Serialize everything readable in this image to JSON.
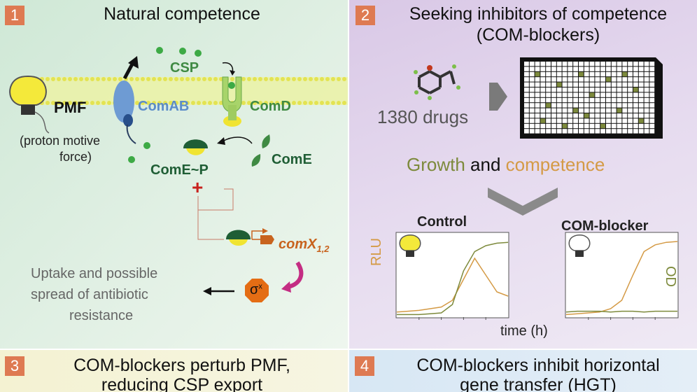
{
  "panel1": {
    "number": "1",
    "title": "Natural competence",
    "csp": "CSP",
    "comab": "ComAB",
    "comd": "ComD",
    "pmf": "PMF",
    "pmf_desc_line1": "(proton motive",
    "pmf_desc_line2": "force)",
    "comep": "ComE~P",
    "come": "ComE",
    "comx": "comX",
    "comx_sub": "1,2",
    "sigma": "σ",
    "sigma_sup": "x",
    "uptake_line1": "Uptake and possible",
    "uptake_line2": "spread of antibiotic",
    "uptake_line3": "resistance",
    "plus": "+"
  },
  "panel2": {
    "number": "2",
    "title_line1": "Seeking inhibitors of competence",
    "title_line2": "(COM-blockers)",
    "drugs": "1380 drugs",
    "growth": "Growth",
    "and": "and",
    "competence": "competence",
    "control": "Control",
    "comblocker": "COM-blocker",
    "rlu": "RLU",
    "od": "OD",
    "time": "time (h)"
  },
  "panel3": {
    "number": "3",
    "title_line1": "COM-blockers perturb PMF,",
    "title_line2": "reducing CSP export"
  },
  "panel4": {
    "number": "4",
    "title_line1": "COM-blockers inhibit horizontal",
    "title_line2": "gene transfer (HGT)"
  },
  "colors": {
    "badge": "#de7a52",
    "growth": "#7d8a3c",
    "competence": "#d49a45",
    "green_text": "#3f8a43",
    "comx": "#c8631e",
    "comab_text": "#5b8cc9"
  },
  "chart_data": [
    {
      "type": "line",
      "title": "Control",
      "ylabel": "RLU",
      "xlabel": "time (h)",
      "series": [
        {
          "values": [
            0.06,
            0.07,
            0.08,
            0.1,
            0.12,
            0.2,
            0.45,
            0.7,
            0.5,
            0.3,
            0.25
          ]
        },
        {
          "values": [
            0.03,
            0.03,
            0.03,
            0.04,
            0.05,
            0.15,
            0.55,
            0.78,
            0.85,
            0.88,
            0.89
          ]
        }
      ]
    },
    {
      "type": "line",
      "title": "COM-blocker",
      "ylabel": "OD",
      "xlabel": "time (h)",
      "series": [
        {
          "values": [
            0.03,
            0.04,
            0.05,
            0.06,
            0.1,
            0.2,
            0.5,
            0.78,
            0.86,
            0.89,
            0.9
          ]
        },
        {
          "values": [
            0.06,
            0.07,
            0.07,
            0.07,
            0.06,
            0.07,
            0.07,
            0.06,
            0.07,
            0.07,
            0.07
          ]
        }
      ]
    }
  ]
}
